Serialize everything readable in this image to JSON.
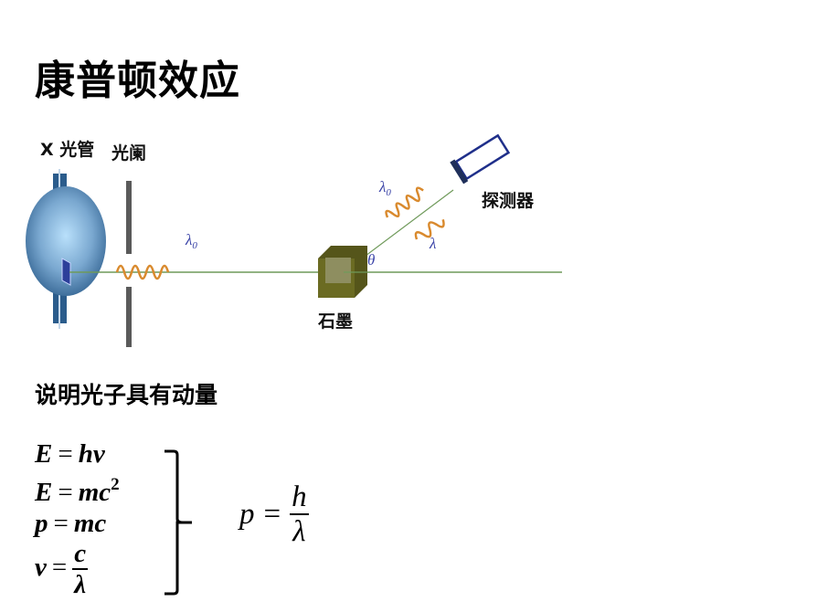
{
  "title": "康普顿效应",
  "diagram": {
    "x_tube_label": "X 光管",
    "slit_label": "光阑",
    "incident_wavelength": {
      "symbol": "λ",
      "sub": "0"
    },
    "scattered_unshifted_wavelength": {
      "symbol": "λ",
      "sub": "0"
    },
    "scattered_shifted_wavelength": "λ",
    "angle_label": "θ",
    "detector_label": "探测器",
    "target_label": "石墨",
    "colors": {
      "wave": "#d98a2e",
      "beam": "#6f9a5a",
      "symbol": "#3b44a8",
      "target": "#6b6b22",
      "detector": "#1f2f8a"
    }
  },
  "subtitle": "说明光子具有动量",
  "equations": [
    {
      "lhs": "E",
      "op": "=",
      "rhs": "hν"
    },
    {
      "lhs": "E",
      "op": "=",
      "rhs": "mc",
      "sup": "2"
    },
    {
      "lhs": "p",
      "op": "=",
      "rhs": "mc"
    },
    {
      "lhs": "ν",
      "op": "=",
      "num": "c",
      "den": "λ"
    }
  ],
  "result": {
    "lhs": "p",
    "op": "=",
    "num": "h",
    "den": "λ"
  }
}
